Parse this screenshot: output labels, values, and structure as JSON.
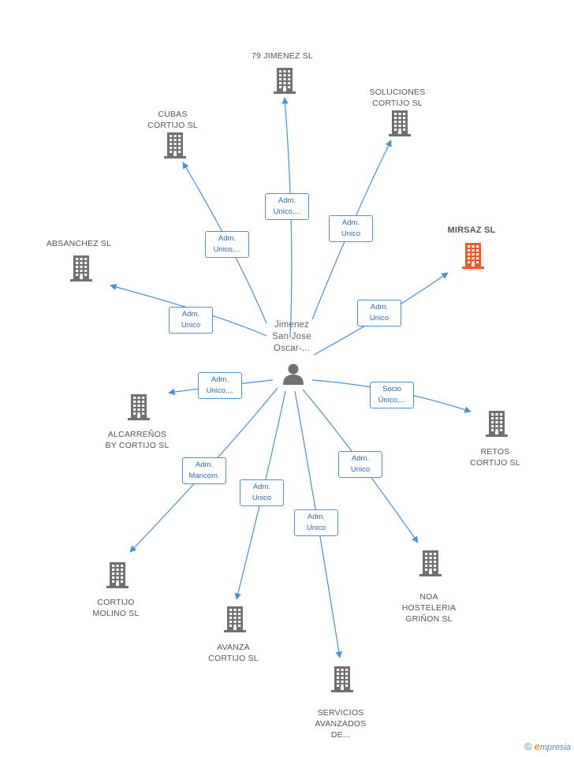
{
  "colors": {
    "edge": "#4a90d9",
    "building": "#707070",
    "building_highlight": "#f05a28",
    "person": "#707070"
  },
  "center": {
    "label": "Jimenez\nSan Jose\nOscar-...",
    "icon": "person-icon"
  },
  "nodes": [
    {
      "id": "79-jimenez",
      "label": "79 JIMENEZ  SL",
      "icon": "building-icon"
    },
    {
      "id": "soluciones-cortijo",
      "label": "SOLUCIONES\nCORTIJO  SL",
      "icon": "building-icon"
    },
    {
      "id": "cubas-cortijo",
      "label": "CUBAS\nCORTIJO  SL",
      "icon": "building-icon"
    },
    {
      "id": "mirsaz",
      "label": "MIRSAZ SL",
      "icon": "building-icon",
      "highlight": true
    },
    {
      "id": "absanchez",
      "label": "ABSANCHEZ SL",
      "icon": "building-icon"
    },
    {
      "id": "alcarrenos",
      "label": "ALCARREÑOS\nBY CORTIJO  SL",
      "icon": "building-icon"
    },
    {
      "id": "retos-cortijo",
      "label": "RETOS\nCORTIJO  SL",
      "icon": "building-icon"
    },
    {
      "id": "noa-hosteleria",
      "label": "NOA\nHOSTELERIA\nGRIÑON SL",
      "icon": "building-icon"
    },
    {
      "id": "cortijo-molino",
      "label": "CORTIJO\nMOLINO SL",
      "icon": "building-icon"
    },
    {
      "id": "avanza-cortijo",
      "label": "AVANZA\nCORTIJO  SL",
      "icon": "building-icon"
    },
    {
      "id": "servicios-avanzados",
      "label": "SERVICIOS\nAVANZADOS\nDE...",
      "icon": "building-icon"
    }
  ],
  "edges": [
    {
      "to": "79-jimenez",
      "label": "Adm.\nUnico,..."
    },
    {
      "to": "soluciones-cortijo",
      "label": "Adm.\nUnico"
    },
    {
      "to": "cubas-cortijo",
      "label": "Adm.\nUnico,..."
    },
    {
      "to": "mirsaz",
      "label": "Adm.\nUnico"
    },
    {
      "to": "absanchez",
      "label": "Adm.\nUnico"
    },
    {
      "to": "alcarrenos",
      "label": "Adm.\nUnico,..."
    },
    {
      "to": "retos-cortijo",
      "label": "Socio\nÚnico,..."
    },
    {
      "to": "noa-hosteleria",
      "label": "Adm.\nUnico"
    },
    {
      "to": "cortijo-molino",
      "label": "Adm.\nMancom."
    },
    {
      "to": "avanza-cortijo",
      "label": "Adm.\nUnico"
    },
    {
      "to": "servicios-avanzados",
      "label": "Adm.\nUnico"
    }
  ],
  "brand": {
    "copyright": "©",
    "e": "e",
    "name": "mpresia"
  }
}
